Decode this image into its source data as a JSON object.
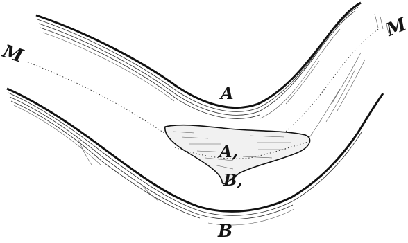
{
  "figure": {
    "labels": {
      "m_left": "M",
      "m_right": "M",
      "a_outer": "A",
      "a_inner": "A,",
      "b_inner": "B,",
      "b_outer": "B"
    },
    "colors": {
      "ink": "#141414",
      "paper": "#ffffff"
    }
  }
}
